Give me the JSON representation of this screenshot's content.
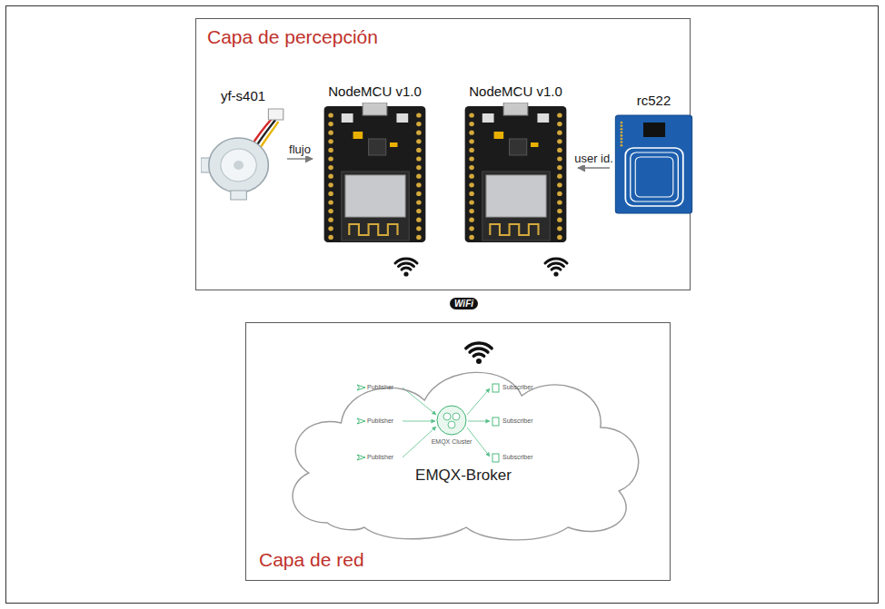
{
  "diagram": {
    "nodes": [
      {
        "text": [
          "Capa de percepción"
        ]
      },
      {
        "text": [
          "yf-s401"
        ],
        "in": 0
      },
      {
        "text": [
          "NodeMCU v1.0"
        ],
        "in": 0
      },
      {
        "text": [
          "NodeMCU v1.0"
        ],
        "in": 0
      },
      {
        "text": [
          "rc522"
        ],
        "in": 0
      },
      {
        "text": [
          "Capa de red"
        ]
      },
      {
        "text": [
          "EMQX-Broker"
        ],
        "in": 5
      }
    ],
    "edges": [
      {
        "from": 1,
        "to": 2,
        "label": "flujo",
        "arrow": "to"
      },
      {
        "from": 4,
        "to": 3,
        "label": "user id.",
        "arrow": "to"
      }
    ],
    "labels": [
      "WiFi",
      "Publisher",
      "Publisher",
      "Publisher",
      "EMQX Cluster",
      "Subscriber",
      "Subscriber",
      "Subscriber"
    ]
  }
}
